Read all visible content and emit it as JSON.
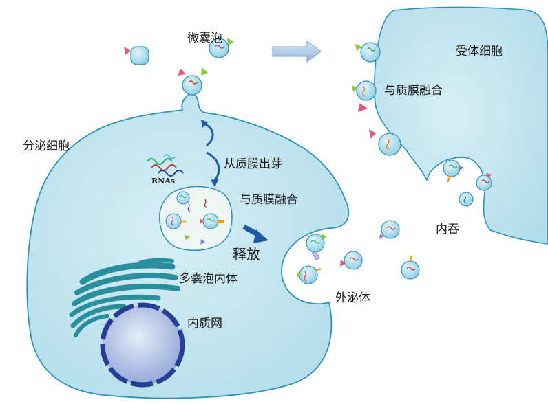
{
  "labels": {
    "microvesicle": "微囊泡",
    "recipient_cell": "受体细胞",
    "fuse_membrane_top": "与质膜融合",
    "secreting_cell": "分泌细胞",
    "bud_from_membrane": "从质膜出芽",
    "rnas": "RNAs",
    "fuse_membrane_mid": "与质膜融合",
    "release": "释放",
    "mvb": "多囊泡内体",
    "er": "内质网",
    "exosome": "外泌体",
    "endocytosis": "内吞"
  },
  "colors": {
    "cell_fill": "#bfe3ef",
    "cell_stroke": "#2b94b6",
    "vesicle_fill": "#a5d8ea",
    "mvb_fill": "#eef6f4",
    "er_color": "#2a8f9c",
    "nucleus": "#9fb4e3",
    "nucleus_border": "#263f95",
    "arrow_blue": "#1f5aa6"
  }
}
